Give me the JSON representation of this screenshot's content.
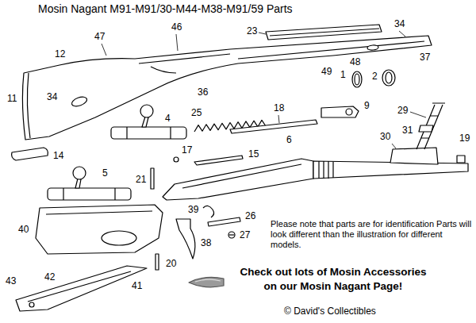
{
  "diagram": {
    "title": "Mosin Nagant M91-M91/30-M44-M38-M91/59 Parts",
    "labels": [
      "46",
      "23",
      "34",
      "47",
      "12",
      "37",
      "48",
      "49",
      "1",
      "2",
      "11",
      "34",
      "36",
      "9",
      "18",
      "25",
      "29",
      "4",
      "31",
      "30",
      "6",
      "19",
      "14",
      "17",
      "15",
      "5",
      "21",
      "39",
      "26",
      "Please note that parts are for identification Parts will look different than the illustration for different models.",
      "40",
      "27",
      "38",
      "20",
      "Check out lots of Mosin Accessories on our Mosin Nagant Page!",
      "43",
      "42",
      "41",
      "© David's Collectibles"
    ]
  }
}
